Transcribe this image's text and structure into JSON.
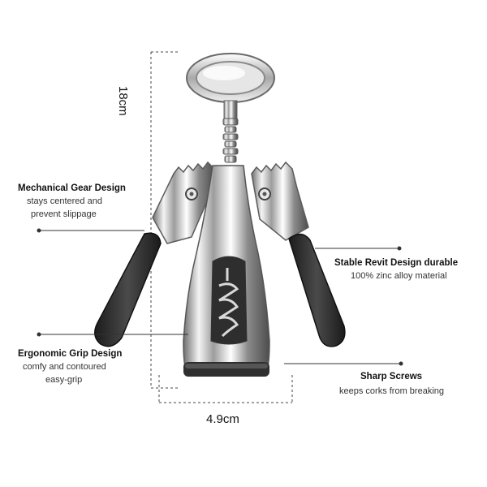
{
  "dimensions": {
    "height_label": "18cm",
    "width_label": "4.9cm"
  },
  "features": [
    {
      "title": "Mechanical Gear Design",
      "desc_lines": [
        "stays centered and",
        "prevent slippage"
      ]
    },
    {
      "title": "Ergonomic Grip Design",
      "desc_lines": [
        "comfy and contoured",
        "easy-grip"
      ]
    },
    {
      "title": "Stable Revit Design  durable",
      "desc_lines": [
        "100% zinc alloy material"
      ]
    },
    {
      "title": "Sharp Screws",
      "desc_lines": [
        "keeps corks from breaking"
      ]
    }
  ],
  "colors": {
    "chrome_light": "#f2f2f2",
    "chrome_mid": "#b8b8b8",
    "chrome_dark": "#5a5a5a",
    "grip": "#2b2b2b",
    "leader_line": "#333333",
    "dimension_line": "#444444"
  }
}
